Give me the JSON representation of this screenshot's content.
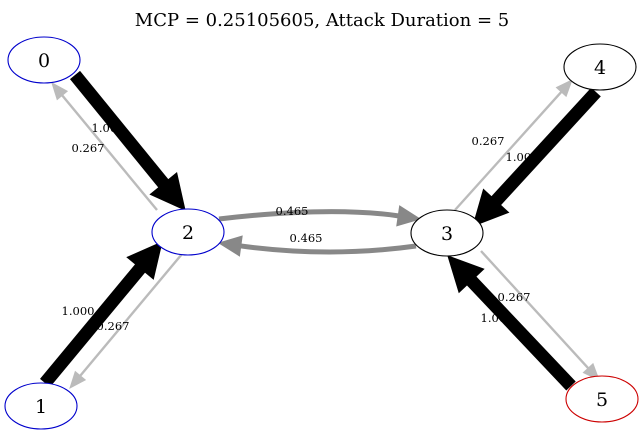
{
  "title": "MCP = 0.25105605, Attack Duration = 5",
  "colors": {
    "heavy_edge": "#000000",
    "medium_edge": "#888888",
    "light_edge": "#bbbbbb",
    "node_blue": "#0000cc",
    "node_red": "#cc0000",
    "node_black": "#000000"
  },
  "nodes": [
    {
      "id": "0",
      "label": "0",
      "border": "node_blue"
    },
    {
      "id": "1",
      "label": "1",
      "border": "node_blue"
    },
    {
      "id": "2",
      "label": "2",
      "border": "node_blue"
    },
    {
      "id": "3",
      "label": "3",
      "border": "node_black"
    },
    {
      "id": "4",
      "label": "4",
      "border": "node_black"
    },
    {
      "id": "5",
      "label": "5",
      "border": "node_red"
    }
  ],
  "edges": [
    {
      "from": "0",
      "to": "2",
      "weight": "1.000",
      "style": "heavy_edge"
    },
    {
      "from": "2",
      "to": "0",
      "weight": "0.267",
      "style": "light_edge"
    },
    {
      "from": "1",
      "to": "2",
      "weight": "1.000",
      "style": "heavy_edge"
    },
    {
      "from": "2",
      "to": "1",
      "weight": "0.267",
      "style": "light_edge"
    },
    {
      "from": "2",
      "to": "3",
      "weight": "0.465",
      "style": "medium_edge"
    },
    {
      "from": "3",
      "to": "2",
      "weight": "0.465",
      "style": "medium_edge"
    },
    {
      "from": "4",
      "to": "3",
      "weight": "1.000",
      "style": "heavy_edge"
    },
    {
      "from": "3",
      "to": "4",
      "weight": "0.267",
      "style": "light_edge"
    },
    {
      "from": "5",
      "to": "3",
      "weight": "1.000",
      "style": "heavy_edge"
    },
    {
      "from": "3",
      "to": "5",
      "weight": "0.267",
      "style": "light_edge"
    }
  ]
}
